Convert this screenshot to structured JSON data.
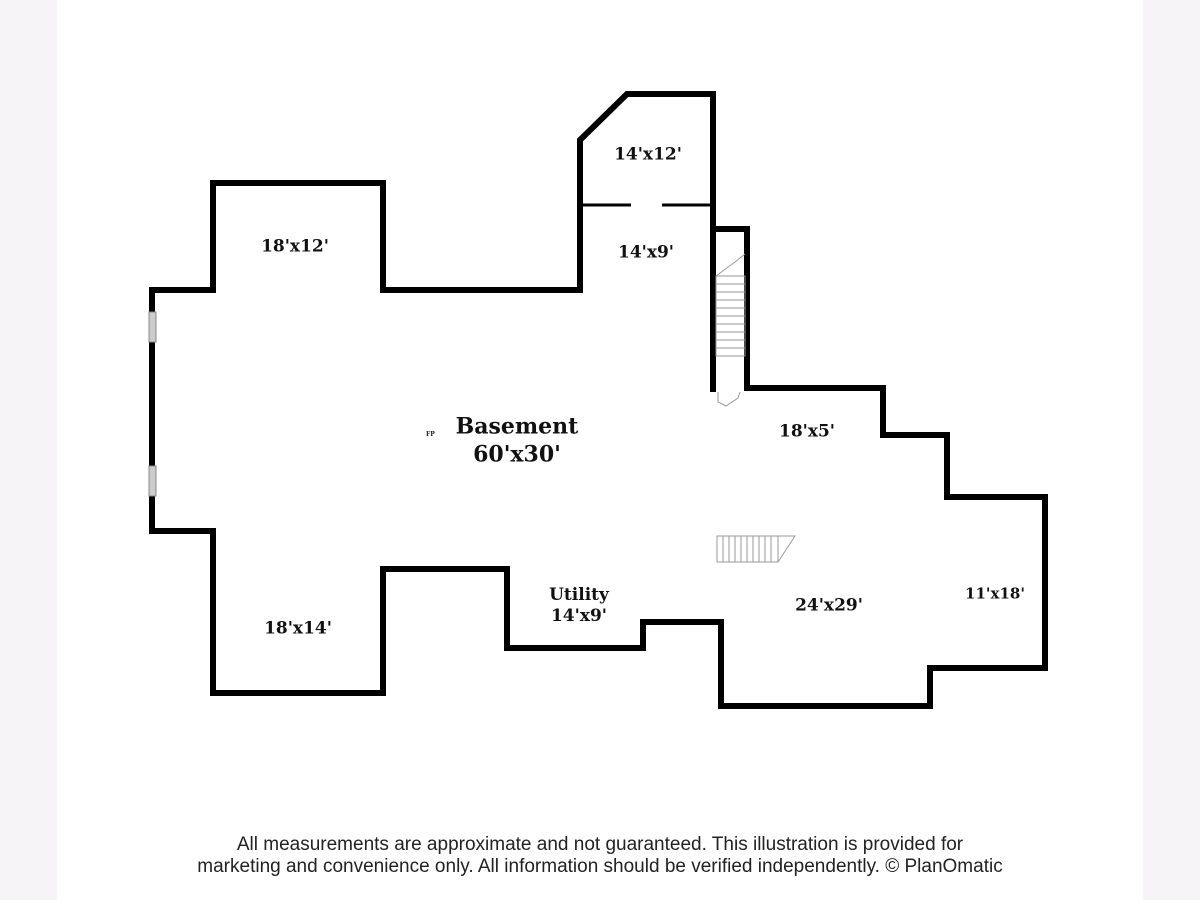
{
  "plan": {
    "main_room": {
      "name": "Basement",
      "size": "60'x30'"
    },
    "fp_marker": "FP",
    "rooms": [
      {
        "id": "top-left",
        "size": "18'x12'"
      },
      {
        "id": "top-closet",
        "size": "14'x12'"
      },
      {
        "id": "upper-hall",
        "size": "14'x9'"
      },
      {
        "id": "east-nook",
        "size": "18'x5'"
      },
      {
        "id": "bottom-left",
        "size": "18'x14'"
      },
      {
        "id": "utility",
        "name": "Utility",
        "size": "14'x9'"
      },
      {
        "id": "south-east",
        "size": "24'x29'"
      },
      {
        "id": "far-east",
        "size": "11'x18'"
      }
    ]
  },
  "footer": {
    "line1": "All measurements are approximate and not guaranteed. This illustration is provided for",
    "line2": "marketing and convenience only. All information should be verified independently. © PlanOmatic"
  },
  "colors": {
    "wall": "#000000",
    "side_bar": "#f7f4f8"
  }
}
